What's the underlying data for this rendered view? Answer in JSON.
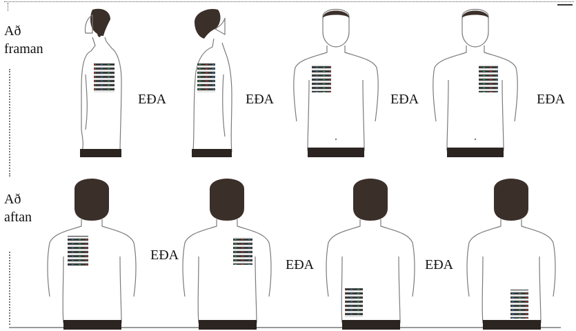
{
  "front_row": {
    "label_line1": "Að",
    "label_line2": "framan",
    "figures": [
      {
        "view": "side-right",
        "pad": "chest"
      },
      {
        "view": "side-left",
        "pad": "chest"
      },
      {
        "view": "front",
        "pad": "right-chest"
      },
      {
        "view": "front",
        "pad": "left-chest"
      }
    ],
    "separators": [
      "EÐA",
      "EÐA",
      "EÐA",
      "EÐA"
    ]
  },
  "back_row": {
    "label_line1": "Að",
    "label_line2": "aftan",
    "figures": [
      {
        "view": "back",
        "pad": "upper-left-back"
      },
      {
        "view": "back",
        "pad": "upper-right-back"
      },
      {
        "view": "back",
        "pad": "lower-left-back"
      },
      {
        "view": "back",
        "pad": "lower-right-back"
      }
    ],
    "separators": [
      "EÐA",
      "EÐA",
      "EÐA"
    ]
  },
  "colors": {
    "outline": "#7a7a7a",
    "head": "#3b2f2a",
    "belt": "#2c2420",
    "pad_dark": "#3a3a3a",
    "pad_light": "#e8e8e8"
  }
}
